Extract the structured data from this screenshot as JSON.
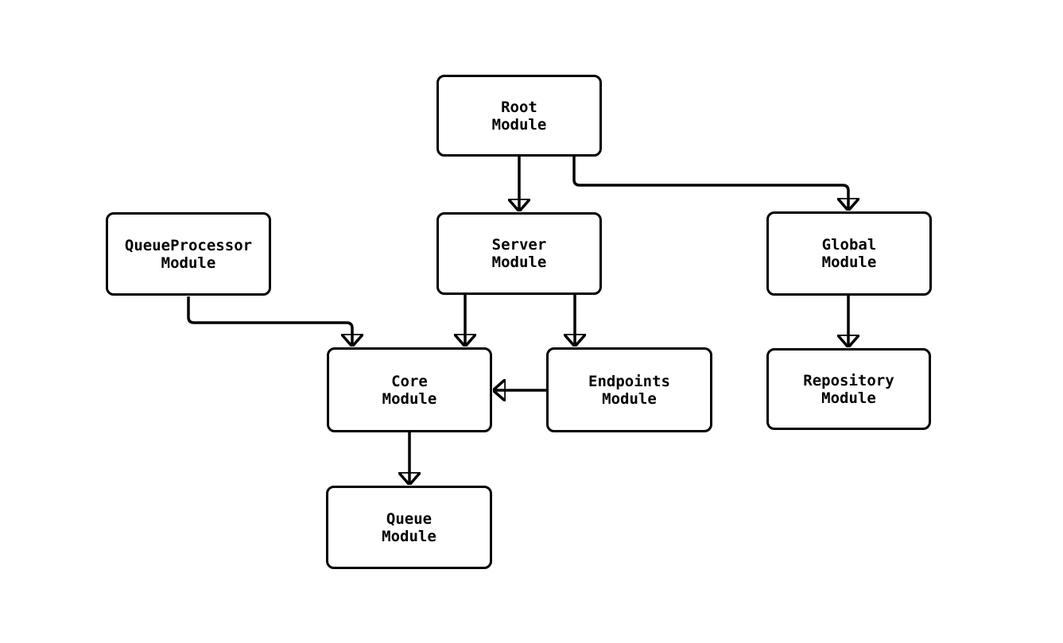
{
  "diagram": {
    "type": "module-dependency-flowchart",
    "background_color": "#ffffff",
    "stroke_color": "#000000",
    "node_fill_color": "#ffffff",
    "text_color": "#000000",
    "nodes": [
      {
        "id": "root",
        "label": "Root\nModule"
      },
      {
        "id": "queueprocessor",
        "label": "QueueProcessor\nModule"
      },
      {
        "id": "server",
        "label": "Server\nModule"
      },
      {
        "id": "global",
        "label": "Global\nModule"
      },
      {
        "id": "core",
        "label": "Core\nModule"
      },
      {
        "id": "endpoints",
        "label": "Endpoints\nModule"
      },
      {
        "id": "repository",
        "label": "Repository\nModule"
      },
      {
        "id": "queue",
        "label": "Queue\nModule"
      }
    ],
    "edges": [
      {
        "from": "Root Module",
        "to": "Server Module"
      },
      {
        "from": "Root Module",
        "to": "Global Module"
      },
      {
        "from": "QueueProcessor Module",
        "to": "Core Module"
      },
      {
        "from": "Server Module",
        "to": "Core Module"
      },
      {
        "from": "Server Module",
        "to": "Endpoints Module"
      },
      {
        "from": "Endpoints Module",
        "to": "Core Module"
      },
      {
        "from": "Global Module",
        "to": "Repository Module"
      },
      {
        "from": "Core Module",
        "to": "Queue Module"
      }
    ]
  }
}
